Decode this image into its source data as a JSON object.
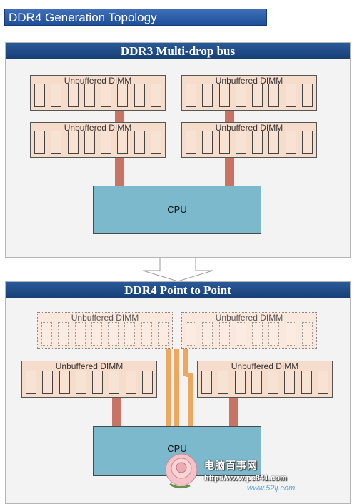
{
  "page_title": "DDR4 Generation Topology",
  "ddr3": {
    "header": "DDR3 Multi-drop bus",
    "dimms": [
      "Unbuffered DIMM",
      "Unbuffered DIMM",
      "Unbuffered DIMM",
      "Unbuffered DIMM"
    ],
    "cpu_label": "CPU"
  },
  "ddr4": {
    "header": "DDR4 Point to Point",
    "dimms": [
      "Unbuffered DIMM",
      "Unbuffered DIMM",
      "Unbuffered DIMM",
      "Unbuffered DIMM"
    ],
    "cpu_label": "CPU"
  },
  "watermark": {
    "site_name": "电脑百事网",
    "url": "http://www.pc841.com",
    "url2": "www.52lj.com"
  },
  "colors": {
    "header_bg": "#1f4f99",
    "dimm_fill": "#f6dccb",
    "trace": "#c87363",
    "trace_alt": "#eda85f",
    "cpu_fill": "#7db9cc"
  }
}
